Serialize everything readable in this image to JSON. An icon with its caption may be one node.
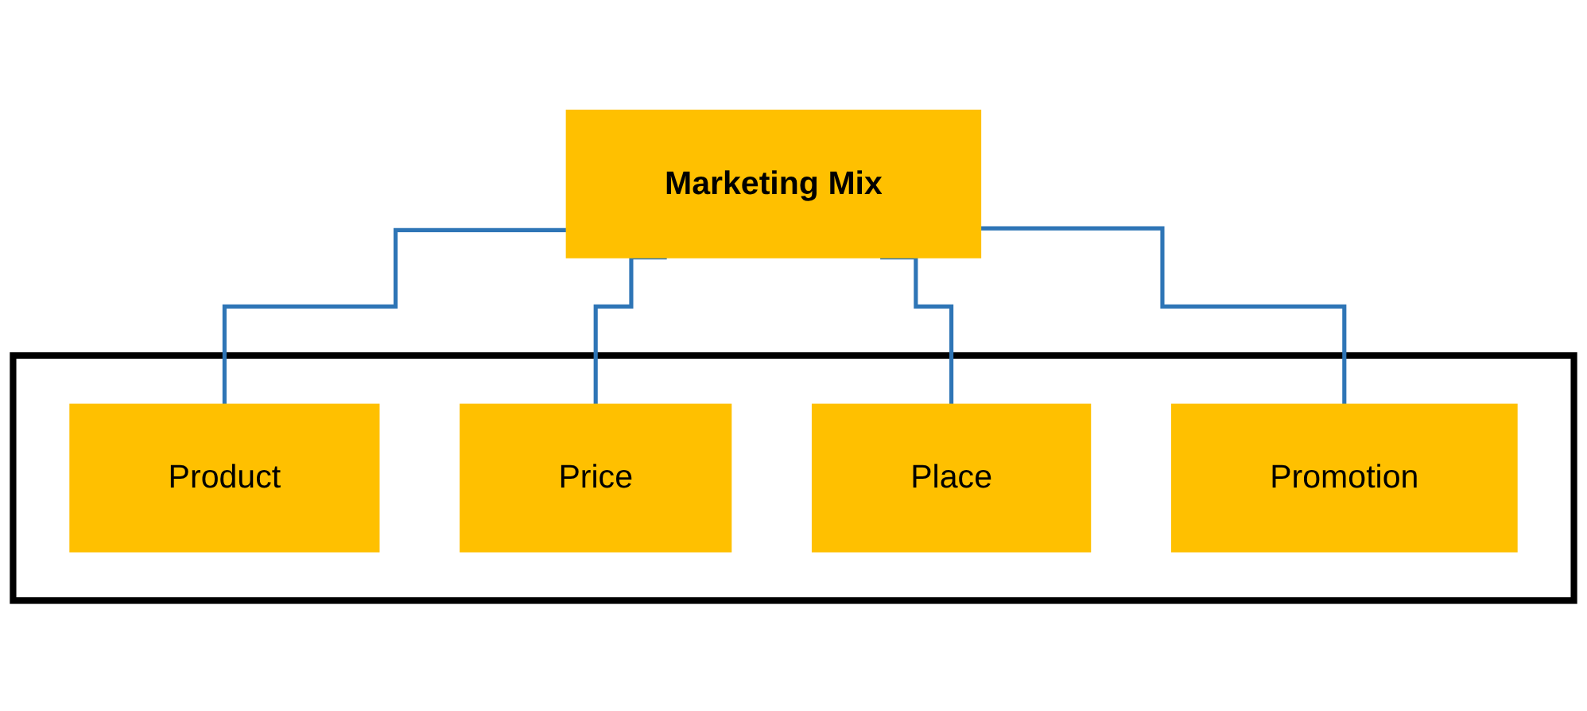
{
  "diagram": {
    "nodes": [
      {
        "text": [
          "Marketing Mix"
        ]
      },
      {
        "text": [],
        "shape": "box"
      },
      {
        "text": [
          "Product"
        ],
        "in": 1
      },
      {
        "text": [
          "Price"
        ],
        "in": 1
      },
      {
        "text": [
          "Place"
        ],
        "in": 1
      },
      {
        "text": [
          "Promotion"
        ],
        "in": 1
      }
    ],
    "edges": [
      {
        "from": 0,
        "to": 2,
        "arrow": "none"
      },
      {
        "from": 0,
        "to": 3,
        "arrow": "none"
      },
      {
        "from": 0,
        "to": 4,
        "arrow": "none"
      },
      {
        "from": 0,
        "to": 5,
        "arrow": "none"
      }
    ]
  }
}
